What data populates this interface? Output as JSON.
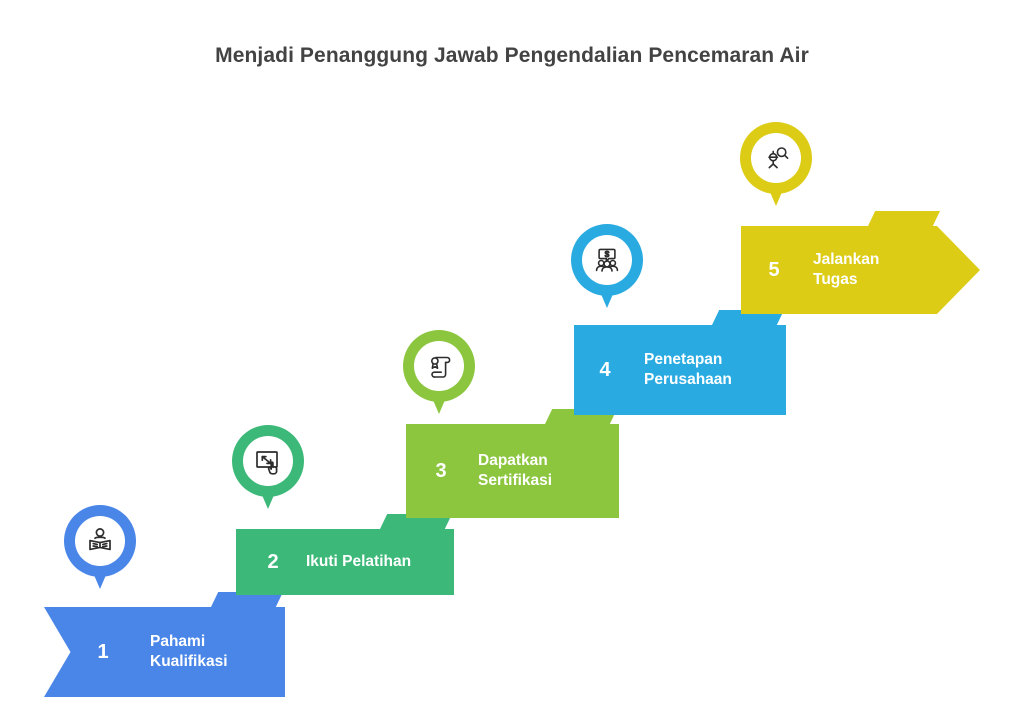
{
  "chart_data": {
    "type": "diagram",
    "diagram_kind": "ascending-step-process",
    "title": "Menjadi Penanggung Jawab Pengendalian Pencemaran Air",
    "step_count": 5,
    "direction": "bottom-left to top-right",
    "steps": [
      {
        "number": "1",
        "label": "Pahami\nKualifikasi",
        "color": "#4a86e8",
        "icon": "person-reading-book-icon",
        "shape": "ribbon-left-notch"
      },
      {
        "number": "2",
        "label": "Ikuti Pelatihan",
        "color": "#3cb878",
        "icon": "screen-hand-tap-icon",
        "shape": "rectangle"
      },
      {
        "number": "3",
        "label": "Dapatkan\nSertifikasi",
        "color": "#8cc63f",
        "icon": "certificate-scroll-icon",
        "shape": "rectangle"
      },
      {
        "number": "4",
        "label": "Penetapan\nPerusahaan",
        "color": "#29abe2",
        "icon": "business-deal-speech-icon",
        "shape": "rectangle"
      },
      {
        "number": "5",
        "label": "Jalankan\nTugas",
        "color": "#ddcc16",
        "icon": "person-magnifier-icon",
        "shape": "arrow-right-point"
      }
    ]
  },
  "page": {
    "title": "Menjadi Penanggung Jawab Pengendalian Pencemaran Air",
    "background_color": "#ffffff",
    "title_color": "#434343"
  },
  "steps": [
    {
      "number": "1",
      "label": "Pahami\nKualifikasi",
      "icon_name": "person-reading-book-icon",
      "color": "#4a86e8"
    },
    {
      "number": "2",
      "label": "Ikuti Pelatihan",
      "icon_name": "screen-hand-tap-icon",
      "color": "#3cb878"
    },
    {
      "number": "3",
      "label": "Dapatkan\nSertifikasi",
      "icon_name": "certificate-scroll-icon",
      "color": "#8cc63f"
    },
    {
      "number": "4",
      "label": "Penetapan\nPerusahaan",
      "icon_name": "business-deal-speech-icon",
      "color": "#29abe2"
    },
    {
      "number": "5",
      "label": "Jalankan\nTugas",
      "icon_name": "person-magnifier-icon",
      "color": "#ddcc16"
    }
  ]
}
